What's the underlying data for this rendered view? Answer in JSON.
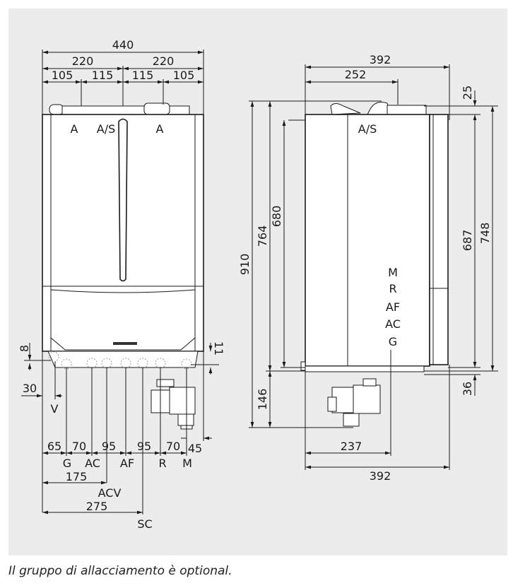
{
  "front_view": {
    "top_dims": {
      "total": "440",
      "half_left": "220",
      "half_right": "220",
      "a": "105",
      "b": "115",
      "c": "115",
      "d": "105"
    },
    "top_labels": [
      "A",
      "A/S",
      "A"
    ],
    "side_dims": {
      "left": "8",
      "right": "11",
      "v_offset": "30",
      "m_offset": "45"
    },
    "bottom_dims": [
      "65",
      "70",
      "95",
      "95",
      "70"
    ],
    "connections": [
      "V",
      "G",
      "AC",
      "AF",
      "R",
      "M"
    ],
    "acv_dim": "175",
    "acv_label": "ACV",
    "sc_dim": "275",
    "sc_label": "SC"
  },
  "side_view": {
    "top_dims": {
      "depth": "392",
      "flue": "252"
    },
    "label_top": "A/S",
    "left_dims": {
      "total": "910",
      "body": "764",
      "bracket": "680",
      "bottom": "146"
    },
    "right_dims": {
      "top": "25",
      "inner": "687",
      "outer": "748",
      "bottom": "36"
    },
    "bottom_dims": {
      "conn": "237",
      "depth": "392"
    },
    "connections": [
      "M",
      "R",
      "AF",
      "AC",
      "G"
    ]
  },
  "caption": "Il gruppo di allacciamento è optional."
}
